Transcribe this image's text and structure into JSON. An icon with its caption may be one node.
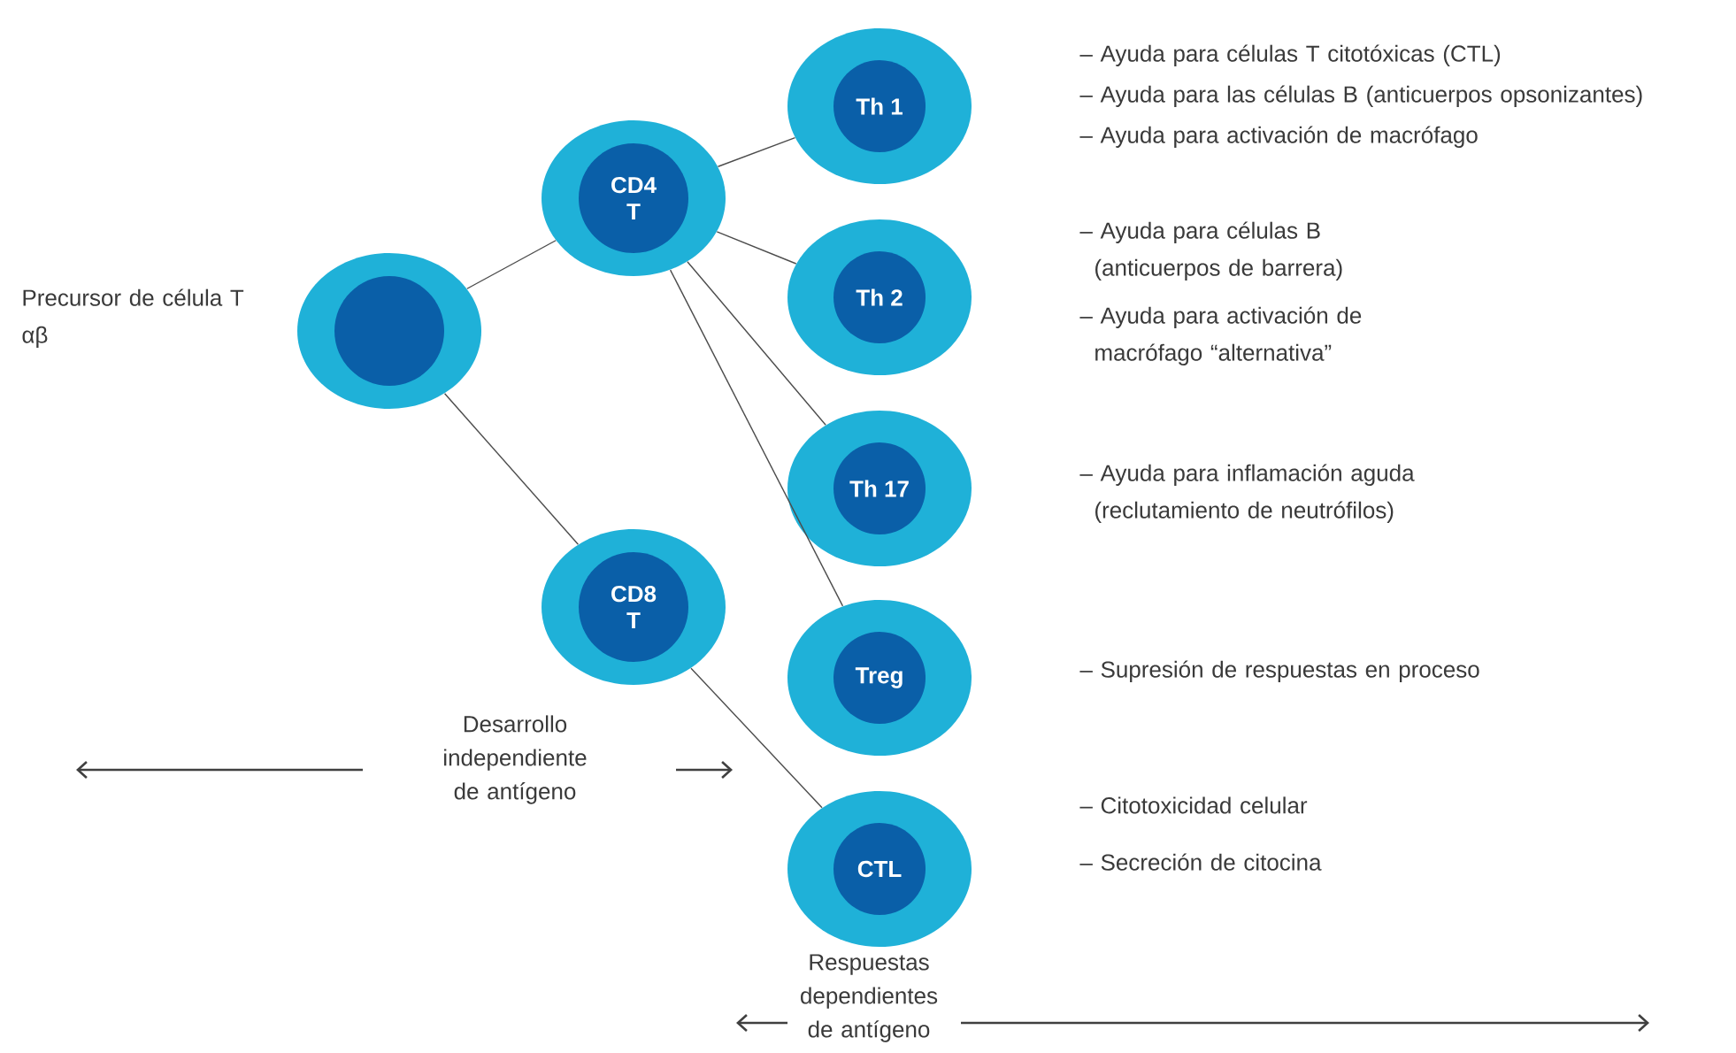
{
  "diagram": {
    "nodes": [
      {
        "text": [],
        "shape": "circle",
        "beside": [
          "Precursor de célula T αβ"
        ]
      },
      {
        "text": [
          "CD4 T"
        ]
      },
      {
        "text": [
          "CD8 T"
        ]
      },
      {
        "text": [
          "Th 1"
        ]
      },
      {
        "text": [
          "Th 2"
        ]
      },
      {
        "text": [
          "Th 17"
        ]
      },
      {
        "text": [
          "Treg"
        ]
      },
      {
        "text": [
          "CTL"
        ]
      }
    ],
    "edges": [
      {
        "from": 0,
        "to": 1,
        "arrow": "none"
      },
      {
        "from": 0,
        "to": 2,
        "arrow": "none"
      },
      {
        "from": 1,
        "to": 3,
        "arrow": "none"
      },
      {
        "from": 1,
        "to": 4,
        "arrow": "none"
      },
      {
        "from": 1,
        "to": 5,
        "arrow": "none"
      },
      {
        "from": 1,
        "to": 6,
        "arrow": "none"
      },
      {
        "from": 2,
        "to": 7,
        "arrow": "none"
      }
    ],
    "labels": [
      "– Ayuda para células T citotóxicas (CTL)",
      "– Ayuda para las células B (anticuerpos opsonizantes)",
      "– Ayuda para activación de macrófago",
      "– Ayuda para células B (anticuerpos de barrera)",
      "– Ayuda para activación de macrófago “alternativa”",
      "– Ayuda para inflamación aguda (reclutamiento de neutrófilos)",
      "– Supresión de respuestas en proceso",
      "Desarrollo independiente de antígeno",
      "– Citotoxicidad celular",
      "– Secreción de citocina",
      "Respuestas dependientes de antígeno"
    ]
  }
}
